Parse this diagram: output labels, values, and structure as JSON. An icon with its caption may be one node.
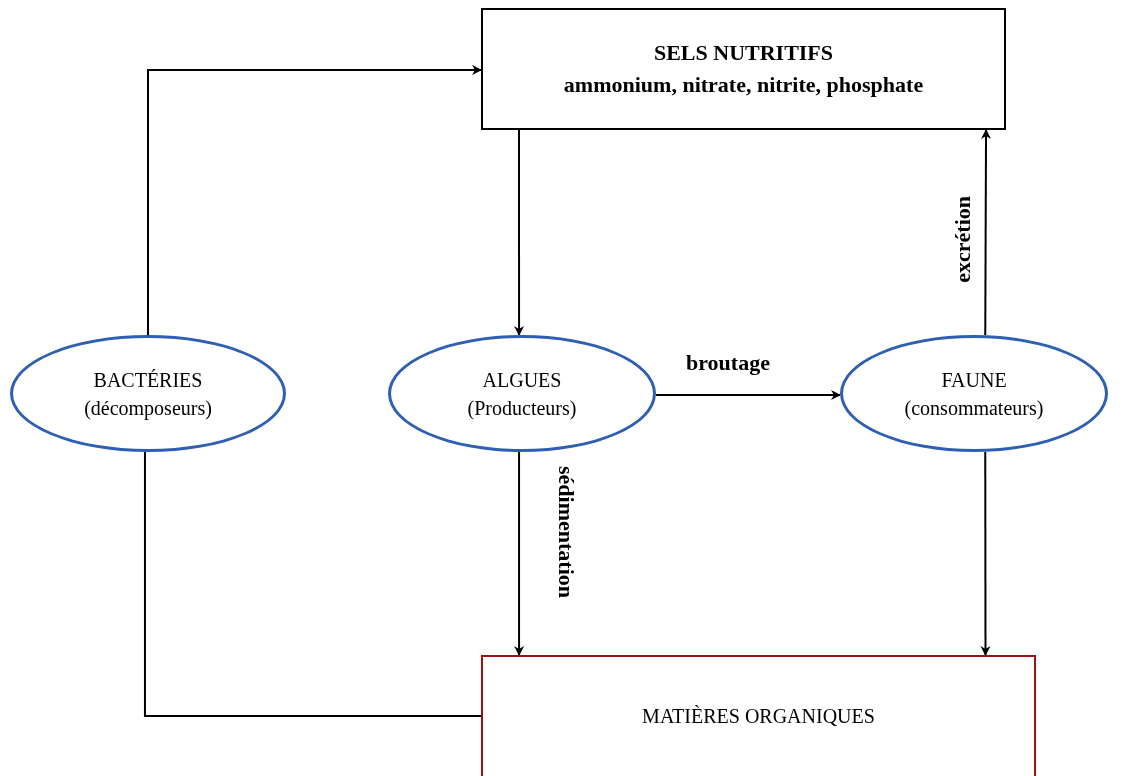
{
  "diagram": {
    "nodes": [
      {
        "text": [
          "SELS NUTRITIFS",
          "ammonium, nitrate, nitrite, phosphate"
        ]
      },
      {
        "text": [
          "BACTÉRIES",
          "(décomposeurs)"
        ]
      },
      {
        "text": [
          "ALGUES",
          "(Producteurs)"
        ]
      },
      {
        "text": [
          "FAUNE",
          "(consommateurs)"
        ]
      },
      {
        "text": [
          "MATIÈRES ORGANIQUES"
        ]
      }
    ],
    "edges": [
      {
        "from": 0,
        "to": 2,
        "arrow": "to"
      },
      {
        "from": 2,
        "to": 3,
        "arrow": "to",
        "label": "broutage"
      },
      {
        "from": 3,
        "to": 0,
        "arrow": "to",
        "label": "excrétion"
      },
      {
        "from": 2,
        "to": 4,
        "arrow": "to",
        "label": "sédimentation"
      },
      {
        "from": 3,
        "to": 4,
        "arrow": "to"
      },
      {
        "from": 1,
        "to": 0,
        "arrow": "to"
      },
      {
        "from": 4,
        "to": 1,
        "arrow": "none"
      }
    ]
  }
}
